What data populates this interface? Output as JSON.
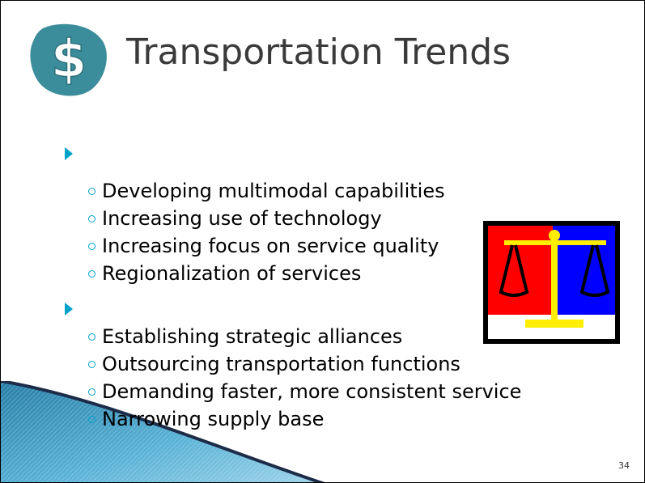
{
  "slide": {
    "title": "Transportation Trends",
    "page_number": "34",
    "logo_icon": "dollar-sign-icon",
    "image_icon": "balance-scale-icon",
    "colors": {
      "accent": "#00a2c8",
      "logo_blob": "#3c8d9c",
      "scale_red": "#ff0000",
      "scale_blue": "#0000ff",
      "scale_gold": "#ffee00"
    },
    "items": [
      {
        "text": "Developing multimodal capabilities"
      },
      {
        "text": "Increasing use of technology"
      },
      {
        "text": "Increasing focus on service quality"
      },
      {
        "text": "Regionalization of services"
      },
      {
        "text": "Establishing strategic alliances"
      },
      {
        "text": "Outsourcing transportation functions"
      },
      {
        "text": "Demanding faster, more consistent service"
      },
      {
        "text": "Narrowing supply base"
      }
    ]
  }
}
